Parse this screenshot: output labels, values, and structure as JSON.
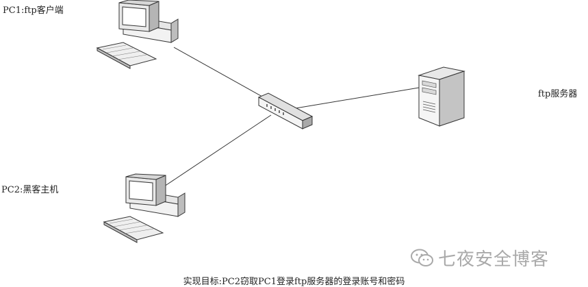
{
  "labels": {
    "pc1": "PC1:ftp客户端",
    "pc2": "PC2:黑客主机",
    "server": "ftp服务器"
  },
  "caption": "实现目标:PC2窃取PC1登录ftp服务器的登录账号和密码",
  "watermark": "七夜安全博客",
  "icons": [
    "desktop-computer-icon",
    "desktop-computer-icon",
    "network-switch-icon",
    "server-tower-icon",
    "wechat-icon"
  ]
}
